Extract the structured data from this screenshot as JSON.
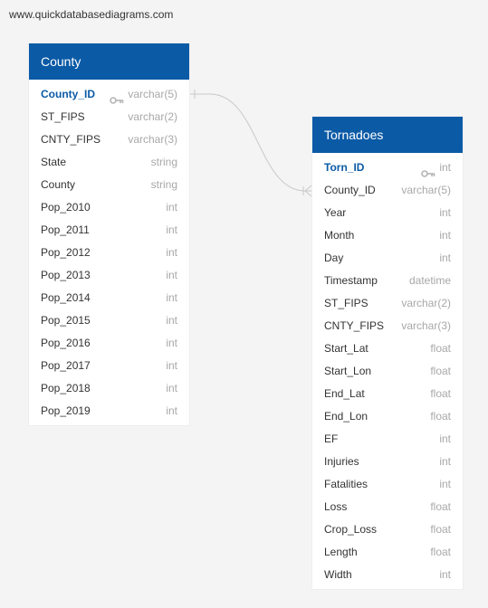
{
  "site_label": "www.quickdatabasediagrams.com",
  "colors": {
    "header": "#0b5aa6",
    "pk_text": "#0b5aa6",
    "type_text": "#a8a8a8",
    "background": "#f3f4f3"
  },
  "tables": {
    "county": {
      "title": "County",
      "columns": [
        {
          "name": "County_ID",
          "type": "varchar(5)",
          "pk": true
        },
        {
          "name": "ST_FIPS",
          "type": "varchar(2)"
        },
        {
          "name": "CNTY_FIPS",
          "type": "varchar(3)"
        },
        {
          "name": "State",
          "type": "string"
        },
        {
          "name": "County",
          "type": "string"
        },
        {
          "name": "Pop_2010",
          "type": "int"
        },
        {
          "name": "Pop_2011",
          "type": "int"
        },
        {
          "name": "Pop_2012",
          "type": "int"
        },
        {
          "name": "Pop_2013",
          "type": "int"
        },
        {
          "name": "Pop_2014",
          "type": "int"
        },
        {
          "name": "Pop_2015",
          "type": "int"
        },
        {
          "name": "Pop_2016",
          "type": "int"
        },
        {
          "name": "Pop_2017",
          "type": "int"
        },
        {
          "name": "Pop_2018",
          "type": "int"
        },
        {
          "name": "Pop_2019",
          "type": "int"
        }
      ]
    },
    "tornadoes": {
      "title": "Tornadoes",
      "columns": [
        {
          "name": "Torn_ID",
          "type": "int",
          "pk": true
        },
        {
          "name": "County_ID",
          "type": "varchar(5)",
          "fk": true
        },
        {
          "name": "Year",
          "type": "int"
        },
        {
          "name": "Month",
          "type": "int"
        },
        {
          "name": "Day",
          "type": "int"
        },
        {
          "name": "Timestamp",
          "type": "datetime"
        },
        {
          "name": "ST_FIPS",
          "type": "varchar(2)"
        },
        {
          "name": "CNTY_FIPS",
          "type": "varchar(3)"
        },
        {
          "name": "Start_Lat",
          "type": "float"
        },
        {
          "name": "Start_Lon",
          "type": "float"
        },
        {
          "name": "End_Lat",
          "type": "float"
        },
        {
          "name": "End_Lon",
          "type": "float"
        },
        {
          "name": "EF",
          "type": "int"
        },
        {
          "name": "Injuries",
          "type": "int"
        },
        {
          "name": "Fatalities",
          "type": "int"
        },
        {
          "name": "Loss",
          "type": "float"
        },
        {
          "name": "Crop_Loss",
          "type": "float"
        },
        {
          "name": "Length",
          "type": "float"
        },
        {
          "name": "Width",
          "type": "int"
        }
      ]
    }
  }
}
